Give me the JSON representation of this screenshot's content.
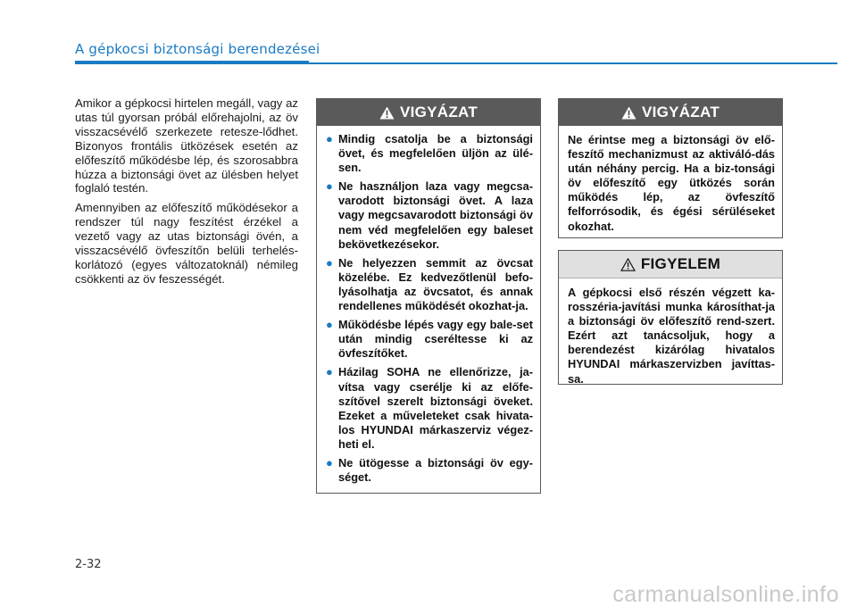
{
  "header": {
    "section_title": "A gépkocsi biztonsági berendezései"
  },
  "body": {
    "paragraphs": [
      "Amikor a gépkocsi hirtelen megáll, vagy az utas túl gyorsan próbál előrehajolni, az öv visszacsévélő szerkezete retesze-lődhet. Bizonyos frontális ütközések esetén az előfeszítő működésbe lép, és szorosabbra húzza a biztonsági övet az ülésben helyet foglaló testén.",
      "Amennyiben az előfeszítő működésekor a rendszer túl nagy feszítést érzékel a vezető vagy az utas biztonsági övén, a visszacsévélő övfeszítőn belüli terhelés-korlátozó (egyes változatoknál) némileg csökkenti az öv feszességét."
    ]
  },
  "warning_left": {
    "title": "VIGYÁZAT",
    "icon": "warning-triangle-icon",
    "items": [
      "Mindig csatolja be a biztonsági övet, és megfelelően üljön az ülé-sen.",
      "Ne használjon laza vagy megcsa-varodott biztonsági övet. A laza vagy megcsavarodott biztonsági öv nem véd megfelelően egy baleset bekövetkezésekor.",
      "Ne helyezzen semmit az övcsat közelébe. Ez kedvezőtlenül befo-lyásolhatja az övcsatot, és annak rendellenes működését okozhat-ja.",
      "Működésbe lépés vagy egy bale-set után mindig cseréltesse ki az övfeszítőket.",
      "Házilag SOHA ne ellenőrizze, ja-vítsa vagy cserélje ki az előfe-szítővel szerelt biztonsági öveket. Ezeket a műveleteket csak hivata-los HYUNDAI márkaszerviz végez-heti el.",
      "Ne ütögesse a biztonsági öv egy-séget."
    ]
  },
  "warning_right": {
    "title": "VIGYÁZAT",
    "icon": "warning-triangle-icon",
    "text": "Ne érintse meg a biztonsági öv elő-feszítő mechanizmust az aktiváló-dás után néhány percig. Ha a biz-tonsági öv előfeszítő egy ütközés során működés lép, az övfeszítő felforrósodik, és égési sérüléseket okozhat."
  },
  "notice_right": {
    "title": "FIGYELEM",
    "icon": "caution-outline-triangle-icon",
    "text": "A gépkocsi első részén végzett ka-rosszéria-javítási munka károsíthat-ja a biztonsági öv előfeszítő rend-szert. Ezért azt tanácsoljuk, hogy a berendezést kizárólag hivatalos HYUNDAI márkaszervizben javíttas-sa."
  },
  "footer": {
    "page_number": "2-32"
  },
  "watermark": "carmanualsonline.info",
  "colors": {
    "accent": "#1a7bc4",
    "warning_header": "#5a5a5a",
    "notice_header": "#e0e0e0"
  }
}
